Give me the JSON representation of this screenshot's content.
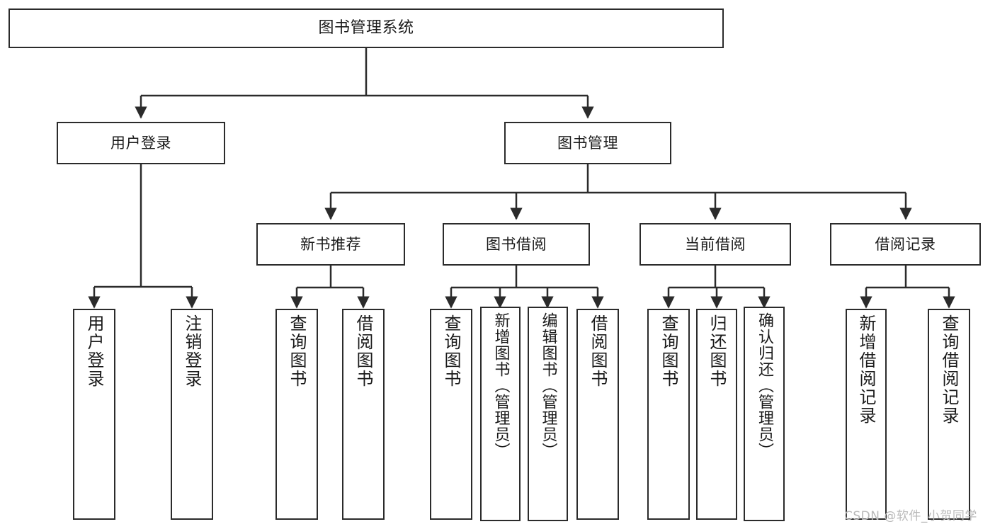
{
  "diagram": {
    "title": "图书管理系统",
    "type": "tree-hierarchy",
    "root": {
      "label": "图书管理系统"
    },
    "level1": [
      {
        "label": "用户登录"
      },
      {
        "label": "图书管理"
      }
    ],
    "level2": [
      {
        "label": "新书推荐"
      },
      {
        "label": "图书借阅"
      },
      {
        "label": "当前借阅"
      },
      {
        "label": "借阅记录"
      }
    ],
    "leaves": [
      {
        "label": "用户登录",
        "parent": "用户登录"
      },
      {
        "label": "注销登录",
        "parent": "用户登录"
      },
      {
        "label": "查询图书",
        "parent": "新书推荐"
      },
      {
        "label": "借阅图书",
        "parent": "新书推荐"
      },
      {
        "label": "查询图书",
        "parent": "图书借阅"
      },
      {
        "label": "新增图书（管理员）",
        "parent": "图书借阅"
      },
      {
        "label": "编辑图书（管理员）",
        "parent": "图书借阅"
      },
      {
        "label": "借阅图书",
        "parent": "图书借阅"
      },
      {
        "label": "查询图书",
        "parent": "当前借阅"
      },
      {
        "label": "归还图书",
        "parent": "当前借阅"
      },
      {
        "label": "确认归还（管理员）",
        "parent": "当前借阅"
      },
      {
        "label": "新增借阅记录",
        "parent": "借阅记录"
      },
      {
        "label": "查询借阅记录",
        "parent": "借阅记录"
      }
    ]
  },
  "watermark": {
    "text": "CSDN @软件_小贺同学"
  },
  "colors": {
    "stroke": "#2b2b2b",
    "fill": "#ffffff",
    "text": "#1a1a1a",
    "watermark": "#b9b9b9"
  }
}
